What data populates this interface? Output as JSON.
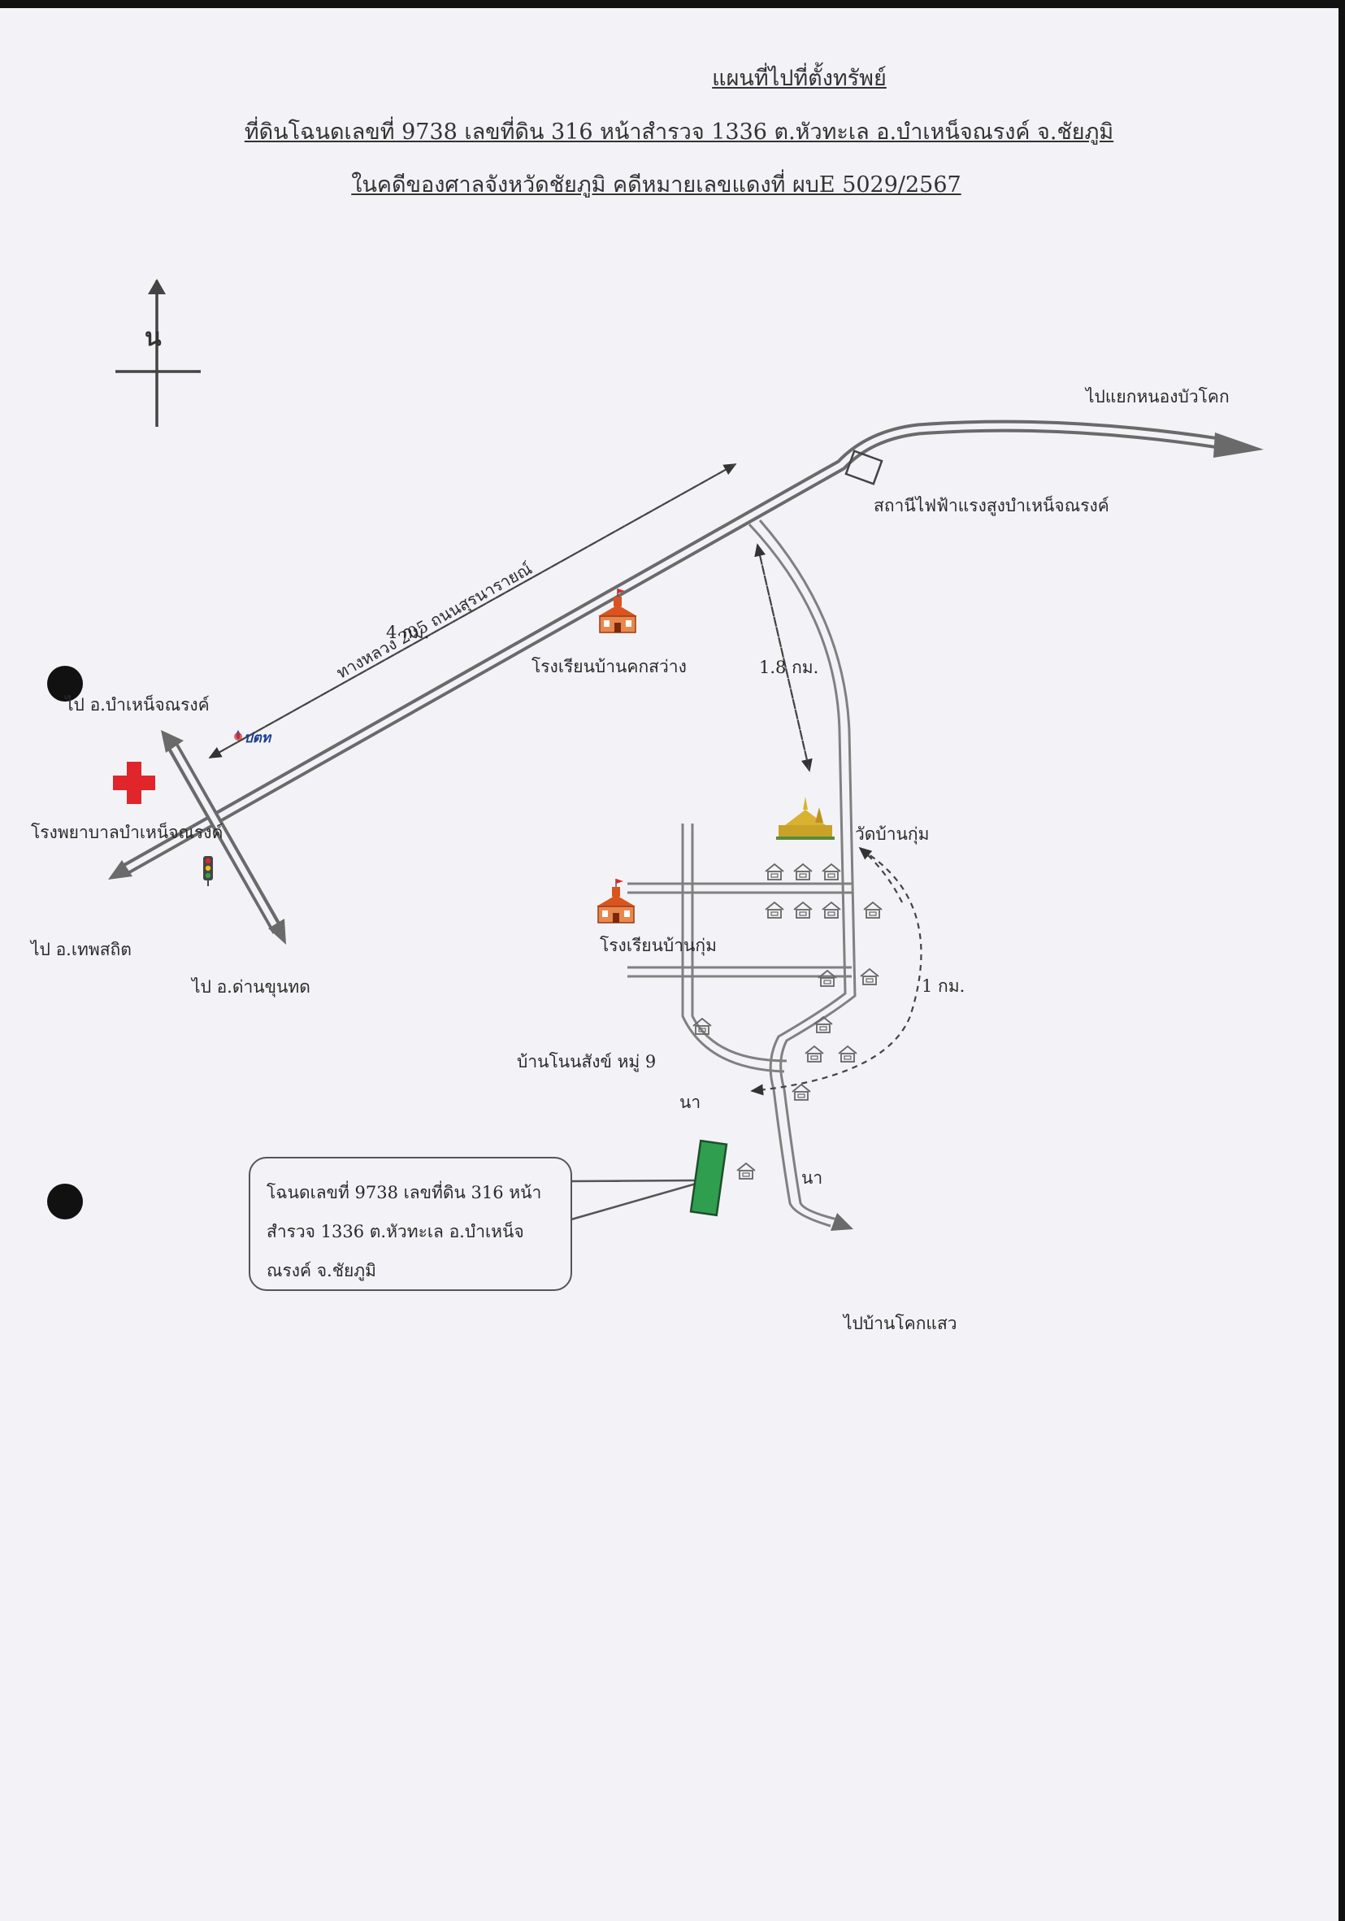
{
  "header": {
    "title": "แผนที่ไปที่ตั้งทรัพย์",
    "line2": "ที่ดินโฉนดเลขที่ 9738 เลขที่ดิน 316 หน้าสำรวจ 1336 ต.หัวทะเล อ.บำเหน็จณรงค์ จ.ชัยภูมิ",
    "line3": "ในคดีของศาลจังหวัดชัยภูมิ คดีหมายเลขแดงที่ ผบE 5029/2567"
  },
  "compass": {
    "label": "น"
  },
  "labels": {
    "to_nong_bua_khok": "ไปแยกหนองบัวโคก",
    "substation": "สถานีไฟฟ้าแรงสูงบำเหน็จณรงค์",
    "dist_4km": "4 กม.",
    "highway": "ทางหลวง 205 ถนนสุรนารายณ์",
    "school_khok_sawang": "โรงเรียนบ้านคกสว่าง",
    "dist_1_8km": "1.8 กม.",
    "to_bamnet": "ไป อ.บำเหน็จณรงค์",
    "ptt": "ปตท",
    "hospital": "โรงพยาบาลบำเหน็จณรงค์",
    "to_thep_sathit": "ไป อ.เทพสถิต",
    "to_dan_khun_thot": "ไป อ.ด่านขุนทด",
    "temple": "วัดบ้านกุ่ม",
    "school_ban_kum": "โรงเรียนบ้านกุ่ม",
    "dist_1km": "1 กม.",
    "village": "บ้านโนนสังข์ หมู่ 9",
    "field_1": "นา",
    "field_2": "นา",
    "to_khok_saeo": "ไปบ้านโคกแสว"
  },
  "callout": {
    "line1": "โฉนดเลขที่ 9738 เลขที่ดิน 316 หน้า",
    "line2": "สำรวจ 1336 ต.หัวทะเล อ.บำเหน็จ",
    "line3": "ณรงค์ จ.ชัยภูมิ"
  },
  "colors": {
    "road": "#6a6a6a",
    "plot": "#2f9e4f",
    "hospital_cross": "#e0262a",
    "school_roof": "#d9541e"
  },
  "icons": [
    "compass-icon",
    "hospital-cross-icon",
    "ptt-logo-icon",
    "traffic-light-icon",
    "school-icon",
    "temple-icon",
    "house-icon",
    "substation-icon",
    "land-plot-icon"
  ]
}
